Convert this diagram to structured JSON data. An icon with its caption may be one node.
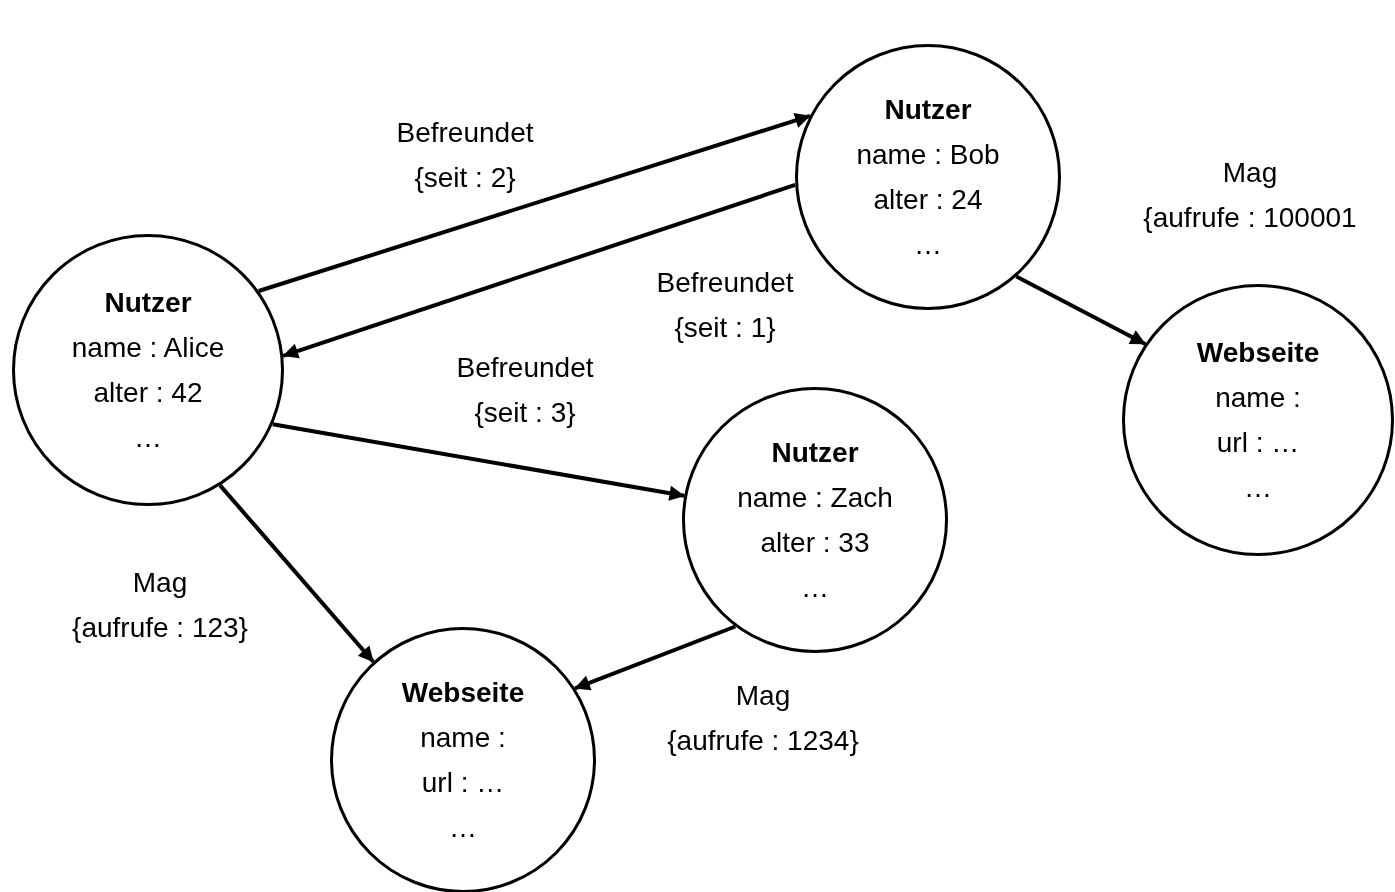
{
  "diagram": {
    "nodes": [
      {
        "text": [
          "Nutzer",
          "name : Bob",
          "alter : 24",
          "…"
        ]
      },
      {
        "text": [
          "Nutzer",
          "name : Alice",
          "alter : 42",
          "…"
        ]
      },
      {
        "text": [
          "Webseite",
          "name :",
          "url : …",
          "…"
        ]
      },
      {
        "text": [
          "Nutzer",
          "name : Zach",
          "alter : 33",
          "…"
        ]
      },
      {
        "text": [
          "Webseite",
          "name :",
          "url : …",
          "…"
        ]
      }
    ],
    "edges": [
      {
        "from": 1,
        "to": 0,
        "arrow": "to",
        "label": "Befreundet {seit : 2}"
      },
      {
        "from": 0,
        "to": 1,
        "arrow": "to",
        "label": "Befreundet {seit : 1}"
      },
      {
        "from": 1,
        "to": 3,
        "arrow": "to",
        "label": "Befreundet {seit : 3}"
      },
      {
        "from": 1,
        "to": 4,
        "arrow": "to",
        "label": "Mag {aufrufe : 123}"
      },
      {
        "from": 3,
        "to": 4,
        "arrow": "to",
        "label": "Mag {aufrufe : 1234}"
      },
      {
        "from": 0,
        "to": 2,
        "arrow": "to",
        "label": "Mag {aufrufe : 100001"
      }
    ]
  }
}
